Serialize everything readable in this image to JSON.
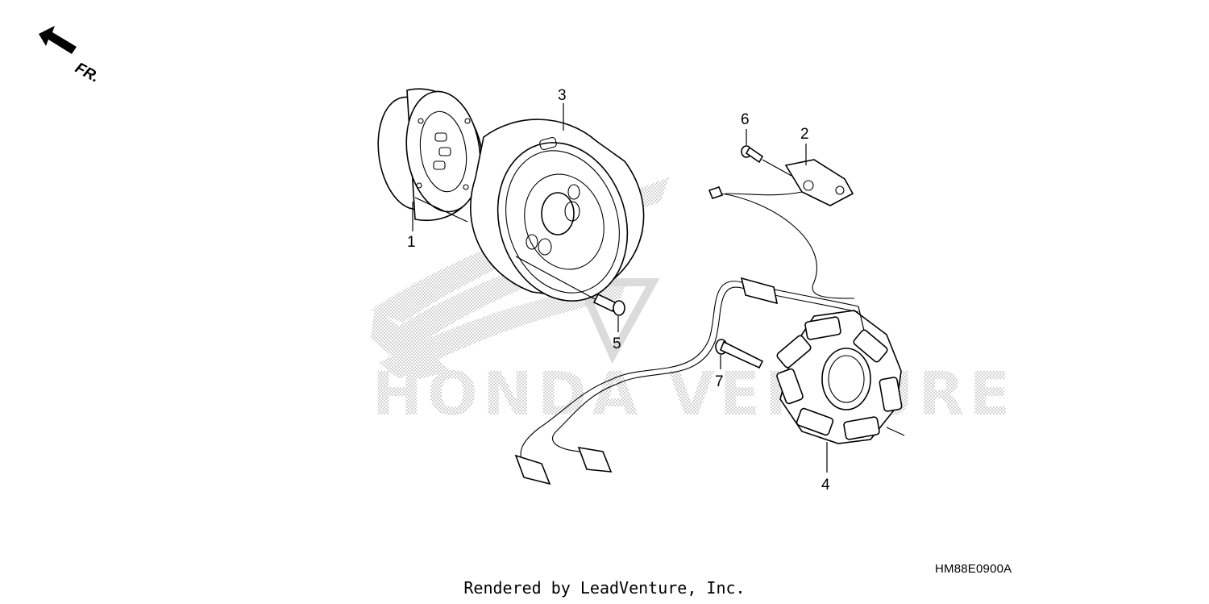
{
  "direction_label": "FR.",
  "callouts": [
    {
      "id": "1",
      "label": "1"
    },
    {
      "id": "2",
      "label": "2"
    },
    {
      "id": "3",
      "label": "3"
    },
    {
      "id": "4",
      "label": "4"
    },
    {
      "id": "5",
      "label": "5"
    },
    {
      "id": "6",
      "label": "6"
    },
    {
      "id": "7",
      "label": "7"
    }
  ],
  "diagram_code": "HM88E0900A",
  "credit": "Rendered by LeadVenture, Inc.",
  "watermark": {
    "text": "HONDA VENTURE",
    "color": "#bdbdbd"
  }
}
